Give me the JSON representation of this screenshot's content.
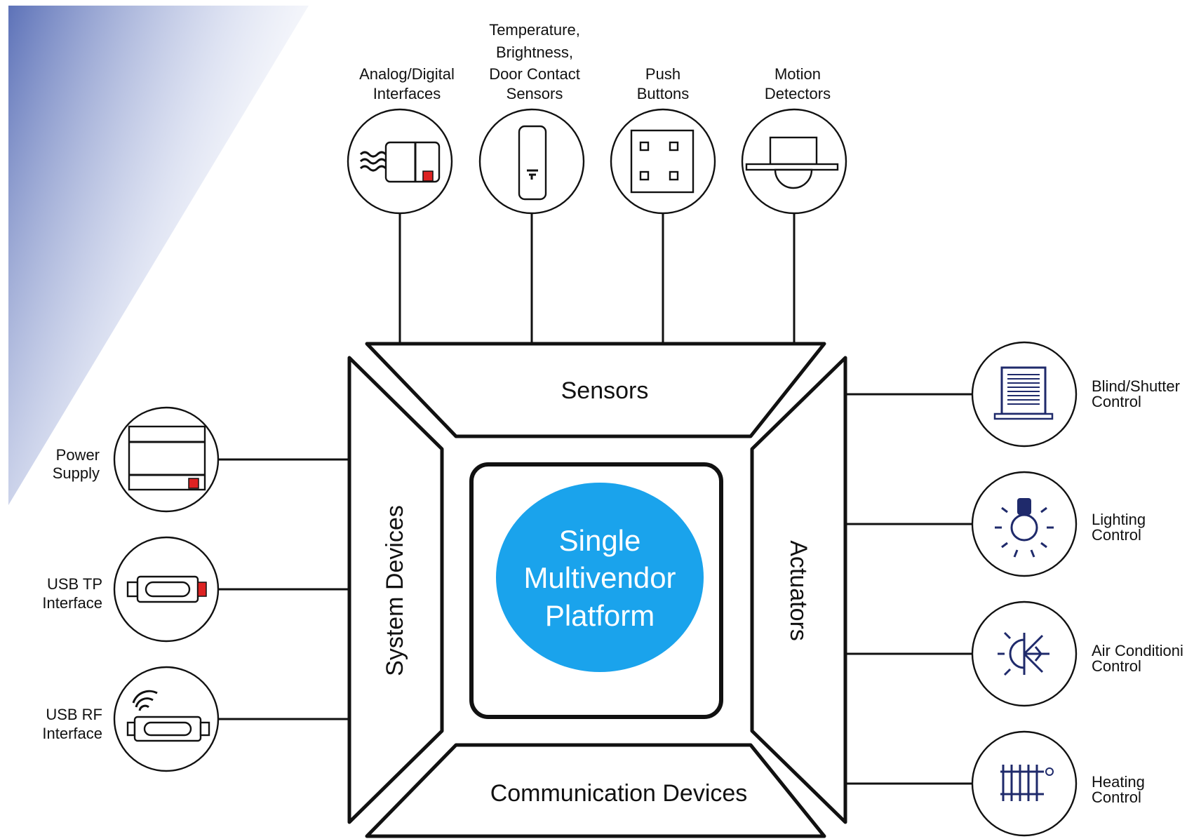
{
  "center": {
    "line1": "Single",
    "line2": "Multivendor",
    "line3": "Platform",
    "color": "#1aa3ec"
  },
  "segments": {
    "top": "Sensors",
    "bottom": "Communication Devices",
    "left": "System Devices",
    "right": "Actuators"
  },
  "sensors": [
    {
      "lines": [
        "Analog/Digital",
        "Interfaces"
      ],
      "icon": "analog-digital-interface-icon"
    },
    {
      "lines": [
        "Temperature,",
        "Brightness,",
        "Door Contact",
        "Sensors"
      ],
      "icon": "sensor-icon"
    },
    {
      "lines": [
        "Push",
        "Buttons"
      ],
      "icon": "push-buttons-icon"
    },
    {
      "lines": [
        "Motion",
        "Detectors"
      ],
      "icon": "motion-detector-icon"
    }
  ],
  "system_devices": [
    {
      "lines": [
        "Power",
        "Supply"
      ],
      "icon": "power-supply-icon"
    },
    {
      "lines": [
        "USB TP",
        "Interface"
      ],
      "icon": "usb-tp-interface-icon"
    },
    {
      "lines": [
        "USB RF",
        "Interface"
      ],
      "icon": "usb-rf-interface-icon"
    }
  ],
  "actuators": [
    {
      "lines": [
        "Blind/Shutter",
        "Control"
      ],
      "icon": "blind-shutter-icon"
    },
    {
      "lines": [
        "Lighting",
        "Control"
      ],
      "icon": "lighting-icon"
    },
    {
      "lines": [
        "Air Conditioni",
        "Control"
      ],
      "icon": "air-conditioning-icon"
    },
    {
      "lines": [
        "Heating",
        "Control"
      ],
      "icon": "heating-icon"
    }
  ],
  "colors": {
    "accent": "#1aa3ec",
    "icon_stroke": "#1f2a6b",
    "gradient": "#5d72b8"
  }
}
